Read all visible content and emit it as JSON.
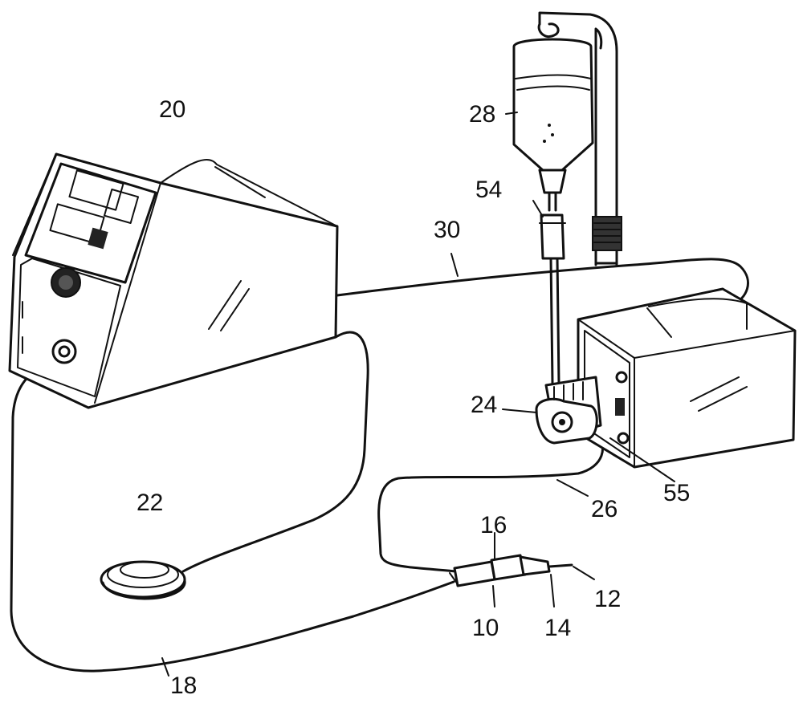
{
  "reference_numerals": {
    "generator": "20",
    "fluid_bag": "28",
    "clamp": "54",
    "cable_30": "30",
    "pump_head": "24",
    "pump_outlet": "55",
    "tubing": "26",
    "footswitch": "22",
    "handpiece": "16",
    "device": "10",
    "shaft": "14",
    "tip": "12",
    "cable_18": "18"
  }
}
